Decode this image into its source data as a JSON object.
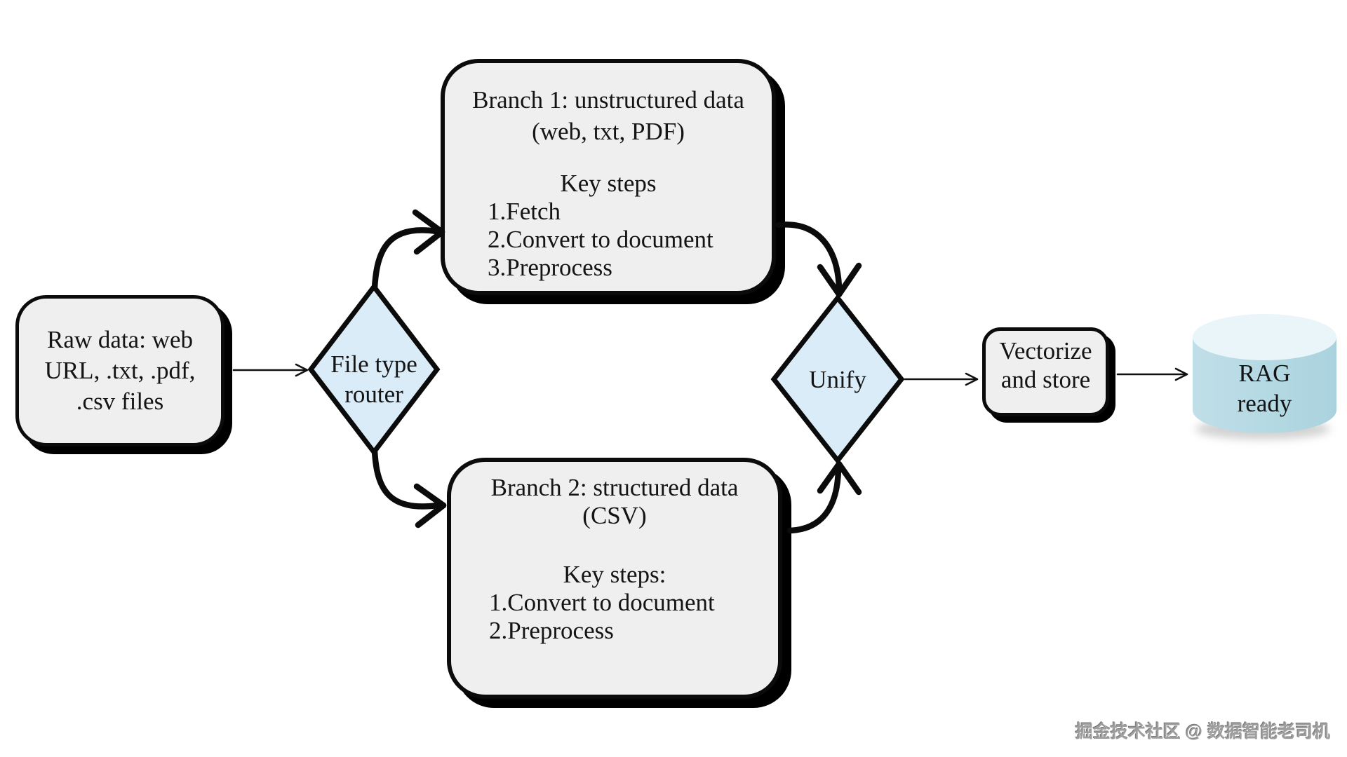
{
  "diagram": {
    "title_hint": "RAG data preparation flowchart",
    "nodes": {
      "raw": {
        "lines": [
          "Raw data: web",
          "URL, .txt, .pdf,",
          ".csv files"
        ]
      },
      "router": {
        "lines": [
          "File type",
          "router"
        ]
      },
      "branch1": {
        "title_lines": [
          "Branch 1: unstructured data",
          "(web, txt, PDF)"
        ],
        "subtitle": "Key steps",
        "items": [
          "1.Fetch",
          "2.Convert to document",
          "3.Preprocess"
        ]
      },
      "branch2": {
        "title_lines": [
          "Branch 2: structured data",
          "(CSV)"
        ],
        "subtitle": "Key steps:",
        "items": [
          "1.Convert to document",
          "2.Preprocess"
        ]
      },
      "unify": {
        "label": "Unify"
      },
      "vectorize": {
        "lines": [
          "Vectorize",
          "and store"
        ]
      },
      "rag": {
        "lines": [
          "RAG",
          "ready"
        ]
      }
    },
    "edges": [
      {
        "from": "raw",
        "to": "router",
        "style": "thin"
      },
      {
        "from": "router",
        "to": "branch1",
        "style": "thick-curved"
      },
      {
        "from": "router",
        "to": "branch2",
        "style": "thick-curved"
      },
      {
        "from": "branch1",
        "to": "unify",
        "style": "thick-curved"
      },
      {
        "from": "branch2",
        "to": "unify",
        "style": "thick-curved"
      },
      {
        "from": "unify",
        "to": "vectorize",
        "style": "thin"
      },
      {
        "from": "vectorize",
        "to": "rag",
        "style": "thin"
      }
    ],
    "colors": {
      "node_fill": "#efefef",
      "decision_fill": "#d9ecf8",
      "cylinder_body": "#b4d9e3",
      "cylinder_top": "#eaf5fa",
      "stroke": "#0b0b0b",
      "text": "#141414",
      "watermark": "#9e9e9e"
    },
    "watermark": "掘金技术社区 @ 数据智能老司机"
  }
}
